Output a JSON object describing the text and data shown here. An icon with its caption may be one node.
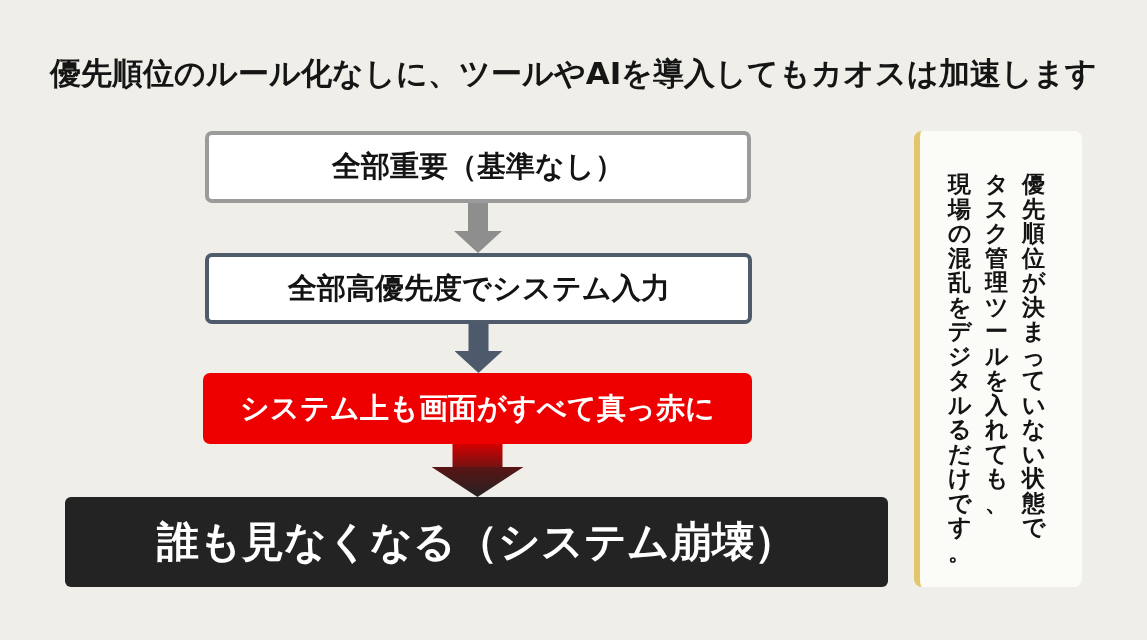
{
  "diagram": {
    "title": "優先順位のルール化なしに、ツールやAIを導入してもカオスは加速します",
    "nodes": [
      {
        "text": [
          "全部重要（基準なし）"
        ]
      },
      {
        "text": [
          "全部高優先度でシステム入力"
        ]
      },
      {
        "text": [
          "システム上も画面がすべて真っ赤に"
        ]
      },
      {
        "text": [
          "誰も見なくなる（システム崩壊）"
        ]
      },
      {
        "text": [
          "優先順位が決まっていない状態でタスク管理ツールを入れても、現場の混乱をデジタルるだけです。"
        ]
      }
    ],
    "edges": [
      {
        "from": 0,
        "to": 1,
        "arrow": "to",
        "color": "#8e8e8e"
      },
      {
        "from": 1,
        "to": 2,
        "arrow": "to",
        "color": "#4d5a6c"
      },
      {
        "from": 2,
        "to": 3,
        "arrow": "to",
        "color": "#d40000",
        "style": "thick"
      }
    ]
  }
}
